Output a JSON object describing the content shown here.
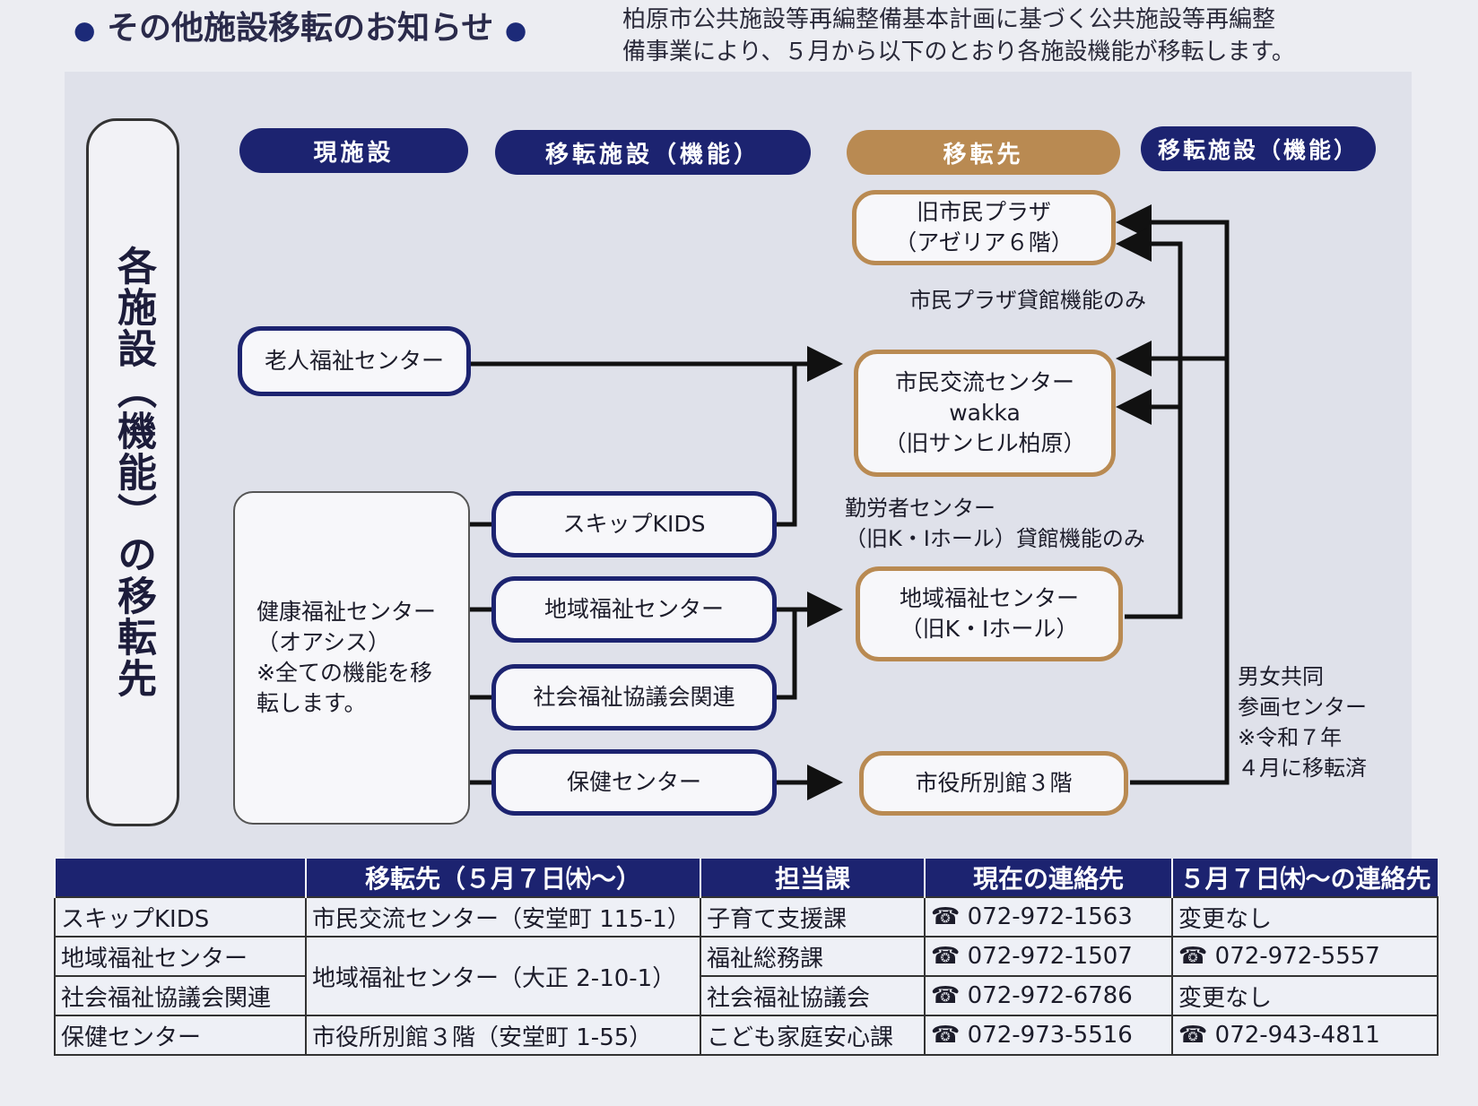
{
  "title": "その他施設移転のお知らせ",
  "intro": {
    "line1": "柏原市公共施設等再編整備基本計画に基づく公共施設等再編整",
    "line2": "備事業により、５月から以下のとおり各施設機能が移転します。"
  },
  "side_label": "各施設（機能）の移転先",
  "headers": {
    "current": "現施設",
    "moving": "移転施設（機能）",
    "destination": "移転先",
    "moving_right": "移転施設（機能）"
  },
  "current_facilities": {
    "elderly": "老人福祉センター",
    "health": [
      "健康福祉センター",
      "（オアシス）",
      "※全ての機能を移",
      "転します。"
    ]
  },
  "moving_facilities": [
    "スキップKIDS",
    "地域福祉センター",
    "社会福祉協議会関連",
    "保健センター"
  ],
  "destinations": {
    "plaza": [
      "旧市民プラザ",
      "（アゼリア６階）"
    ],
    "exchange": [
      "市民交流センター",
      "wakka",
      "（旧サンヒル柏原）"
    ],
    "welfare": [
      "地域福祉センター",
      "（旧K・Iホール）"
    ],
    "annex": "市役所別館３階"
  },
  "notes": {
    "plaza_only": "市民プラザ貸館機能のみ",
    "worker": [
      "勤労者センター",
      "（旧K・Iホール）貸館機能のみ"
    ],
    "gender": [
      "男女共同",
      "参画センター",
      "※令和７年",
      "４月に移転済"
    ]
  },
  "table": {
    "headers": [
      "",
      "移転先（５月７日㈭〜）",
      "担当課",
      "現在の連絡先",
      "５月７日㈭〜の連絡先"
    ],
    "rows": [
      {
        "facility": "スキップKIDS",
        "dest": "市民交流センター（安堂町 115-1）",
        "dept": "子育て支援課",
        "current": "072-972-1563",
        "new": "変更なし"
      },
      {
        "facility": "地域福祉センター",
        "dest": "地域福祉センター（大正 2-10-1）",
        "dept": "福祉総務課",
        "current": "072-972-1507",
        "new": "072-972-5557"
      },
      {
        "facility": "社会福祉協議会関連",
        "dept": "社会福祉協議会",
        "current": "072-972-6786",
        "new": "変更なし"
      },
      {
        "facility": "保健センター",
        "dest": "市役所別館３階（安堂町 1-55）",
        "dept": "こども家庭安心課",
        "current": "072-973-5516",
        "new": "072-943-4811"
      }
    ]
  }
}
